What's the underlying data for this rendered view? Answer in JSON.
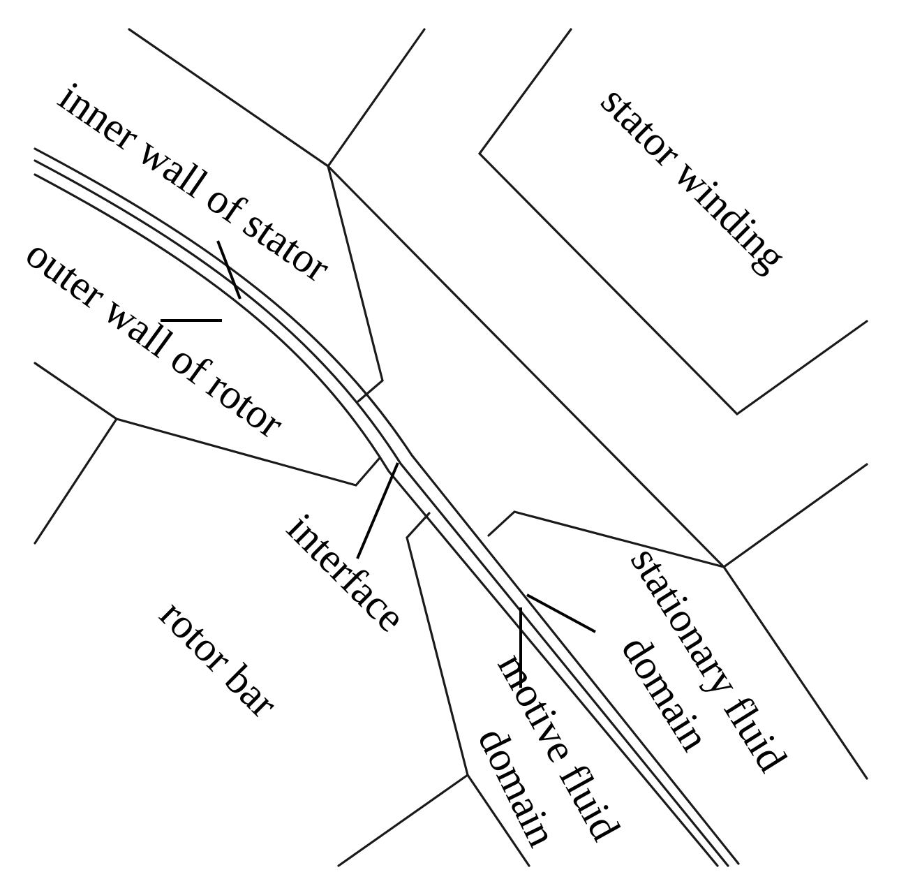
{
  "labels": {
    "inner_wall_of_stator": "inner wall of stator",
    "outer_wall_of_rotor": "outer wall of rotor",
    "stator_winding": "stator winding",
    "interface": "interface",
    "rotor_bar": "rotor bar",
    "stationary_fluid_domain_line1": "stationary fluid",
    "stationary_fluid_domain_line2": "domain",
    "motive_fluid_domain_line1": "motive fluid",
    "motive_fluid_domain_line2": "domain"
  },
  "colors": {
    "line": "#1a1a1a",
    "text": "#000000",
    "background": "#ffffff"
  }
}
